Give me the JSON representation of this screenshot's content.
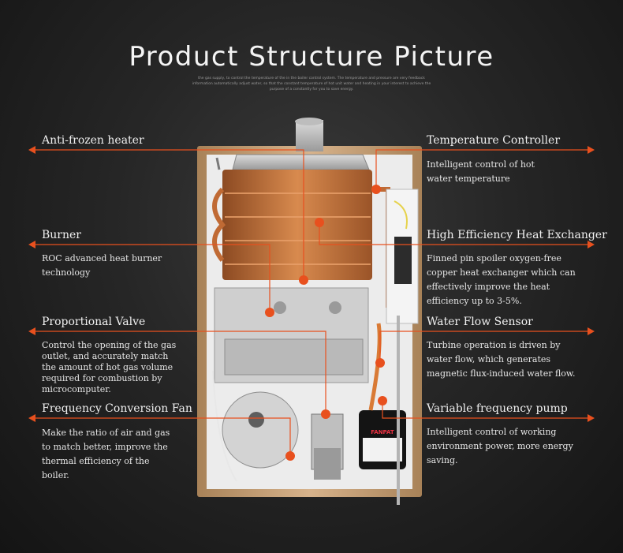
{
  "header": {
    "title": "Product Structure Picture",
    "subtitle": "the gas supply, to control the temperature of the in the boiler control system. The temperature and pressure are very feedback information automatically adjust water, so that the constant temperature of hot unit water and heating in your interest to achieve the purpose of a constantly for you to save energy."
  },
  "callouts": {
    "anti_frozen": {
      "label": "Anti-frozen heater"
    },
    "burner": {
      "label": "Burner",
      "desc": [
        "ROC advanced heat burner",
        "technology"
      ]
    },
    "proportional_valve": {
      "label": "Proportional Valve",
      "desc": [
        "Control the opening of the gas",
        "outlet, and accurately match",
        "the amount of hot gas volume",
        "required for combustion by",
        "microcomputer."
      ]
    },
    "frequency_fan": {
      "label": "Frequency Conversion Fan",
      "desc": [
        "Make the ratio of air and gas",
        "to match better, improve the",
        "thermal efficiency of the",
        "boiler."
      ]
    },
    "temperature_controller": {
      "label": "Temperature Controller",
      "desc": [
        "Intelligent control of hot",
        "water temperature"
      ]
    },
    "heat_exchanger": {
      "label": "High Efficiency Heat Exchanger",
      "desc": [
        "Finned pin spoiler oxygen-free",
        "copper heat exchanger which can",
        "effectively improve the heat",
        "efficiency up to 3-5%."
      ]
    },
    "water_flow_sensor": {
      "label": "Water Flow Sensor",
      "desc": [
        "Turbine operation is driven by",
        "water flow, which generates",
        "magnetic flux-induced water flow."
      ]
    },
    "variable_pump": {
      "label": "Variable frequency pump",
      "desc": [
        "Intelligent control of working",
        "environment power, more energy",
        "saving."
      ]
    }
  },
  "pump_sticker": {
    "brand": "FANPAT"
  },
  "colors": {
    "accent": "#e8501e",
    "cabinet": "#c9a27a",
    "copper": "#c8703a",
    "background": "#262626"
  }
}
